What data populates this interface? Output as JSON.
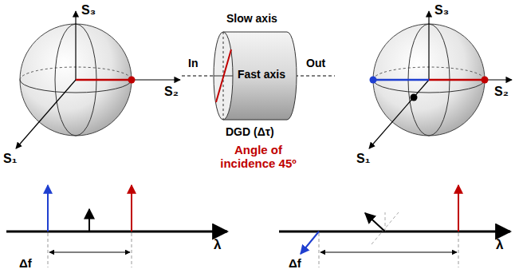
{
  "diagram": {
    "labels": [
      "S₃",
      "S₂",
      "S₁",
      "In",
      "Slow axis",
      "Fast axis",
      "Out",
      "DGD (Δτ)",
      "Angle of incidence 45º",
      "S₃",
      "S₂",
      "S₁",
      "λ",
      "Δf",
      "λ",
      "Δf"
    ]
  }
}
